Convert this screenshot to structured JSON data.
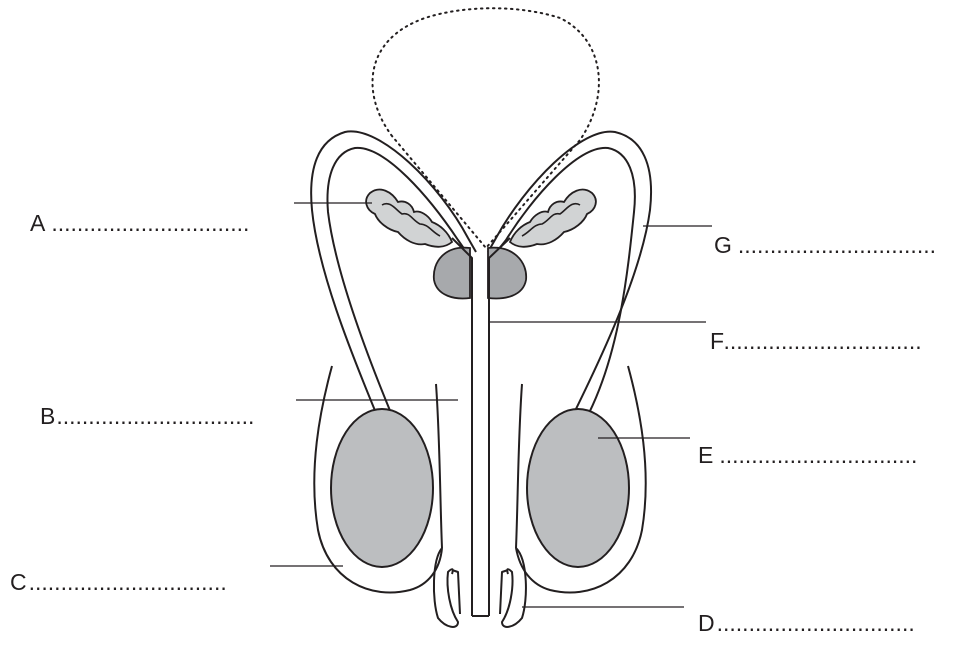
{
  "labels": [
    {
      "letter": "A",
      "dots": "..............................."
    },
    {
      "letter": "B",
      "dots": "..............................."
    },
    {
      "letter": "C",
      "dots": "..............................."
    },
    {
      "letter": "D",
      "dots": "..............................."
    },
    {
      "letter": "E",
      "dots": "..............................."
    },
    {
      "letter": "F",
      "dots": "..............................."
    },
    {
      "letter": "G",
      "dots": "..............................."
    }
  ],
  "colors": {
    "line": "#231f20",
    "testis": "#bcbec0",
    "prostate": "#a7a9ac",
    "seminal_vesicle": "#d1d3d4"
  }
}
